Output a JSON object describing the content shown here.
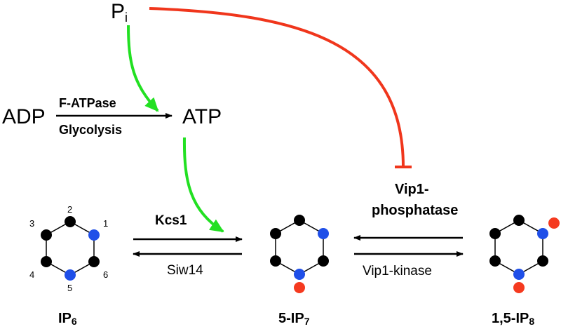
{
  "colors": {
    "black": "#000000",
    "green": "#22e022",
    "red": "#f0361c",
    "blue": "#1f4fe8",
    "dot_red": "#f53a1f"
  },
  "nodes": {
    "pi_main": "P",
    "pi_sub": "i",
    "adp": "ADP",
    "atp": "ATP"
  },
  "labels": {
    "f_atpase": "F-ATPase",
    "glycolysis": "Glycolysis",
    "kcs1": "Kcs1",
    "siw14": "Siw14",
    "vip1_phosphatase_1": "Vip1-",
    "vip1_phosphatase_2": "phosphatase",
    "vip1_kinase": "Vip1-kinase"
  },
  "numbers": {
    "n1": "1",
    "n2": "2",
    "n3": "3",
    "n4": "4",
    "n5": "5",
    "n6": "6"
  },
  "molecules": {
    "ip6_main": "IP",
    "ip6_sub": "6",
    "ip7_main": "5-IP",
    "ip7_sub": "7",
    "ip8_main": "1,5-IP",
    "ip8_sub": "8"
  }
}
